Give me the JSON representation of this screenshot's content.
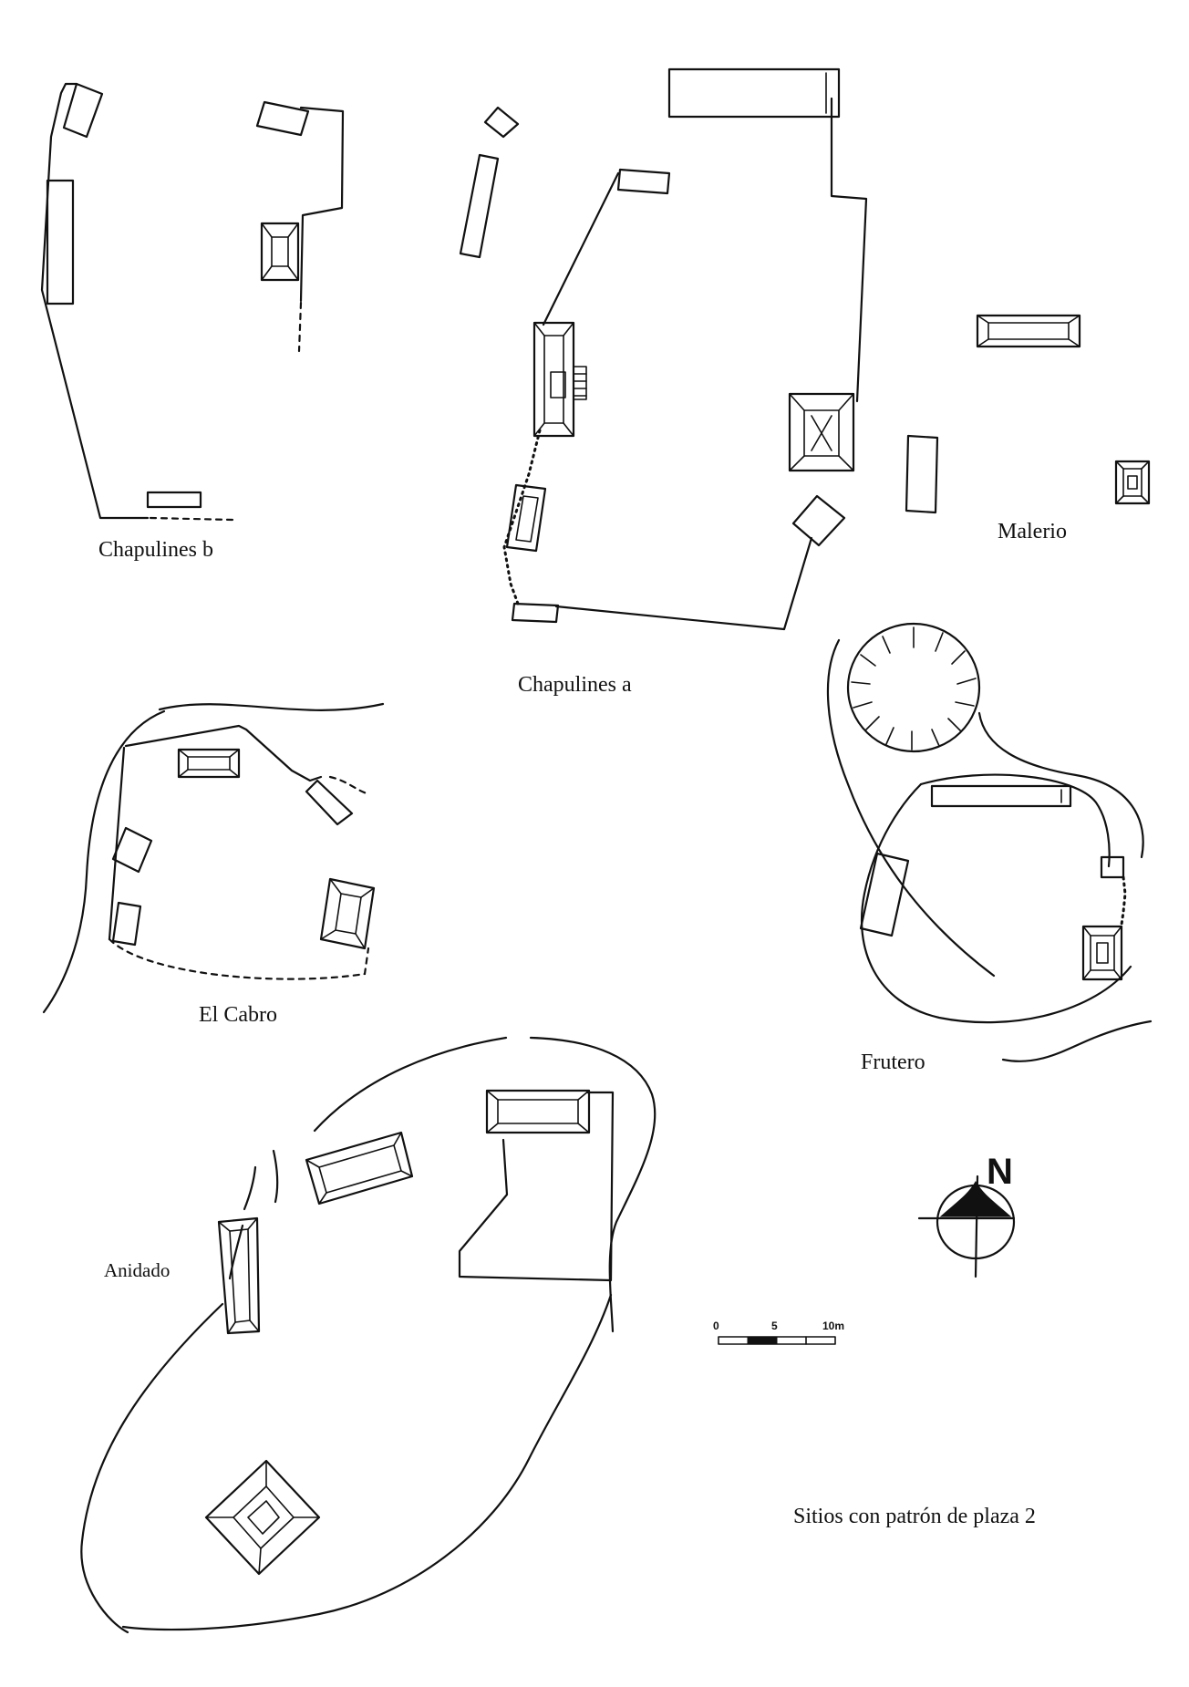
{
  "figure": {
    "caption": "Sitios con patrón de plaza 2"
  },
  "sites": [
    {
      "id": "chapulines-b",
      "label": "Chapulines b"
    },
    {
      "id": "chapulines-a",
      "label": "Chapulines a"
    },
    {
      "id": "malerio",
      "label": "Malerio"
    },
    {
      "id": "el-cabro",
      "label": "El Cabro"
    },
    {
      "id": "frutero",
      "label": "Frutero"
    },
    {
      "id": "anidado",
      "label": "Anidado"
    }
  ],
  "north_arrow": {
    "label": "N",
    "icon": "north-arrow-icon"
  },
  "scale_bar": {
    "ticks": [
      "0",
      "5",
      "10m"
    ]
  }
}
